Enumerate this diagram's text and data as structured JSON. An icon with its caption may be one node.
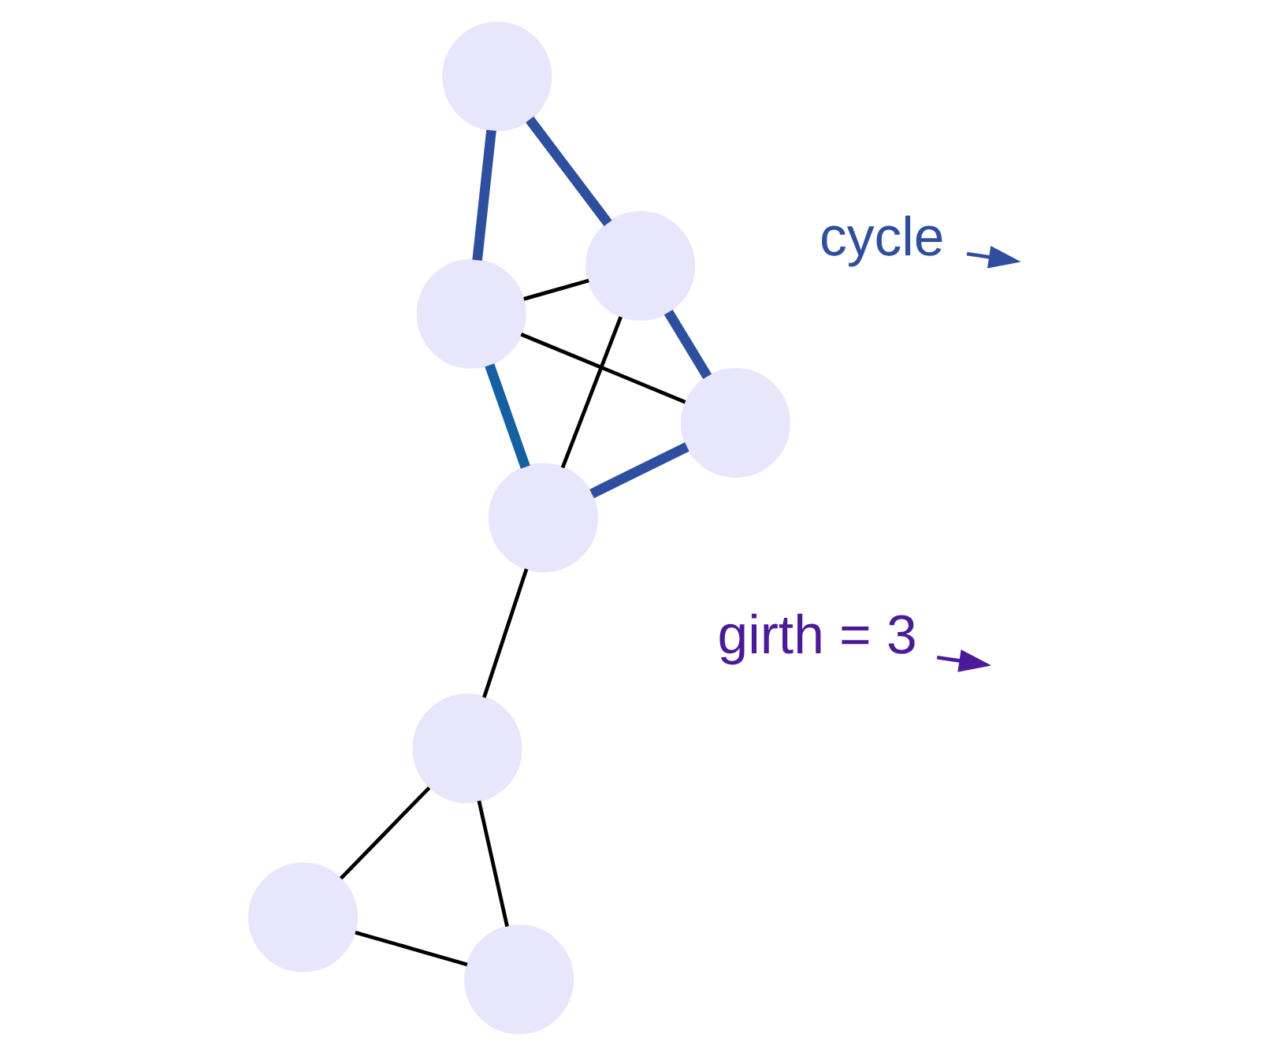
{
  "diagram": {
    "nodes": [
      {
        "text": [],
        "shape": "circle"
      },
      {
        "text": [],
        "shape": "circle"
      },
      {
        "text": [],
        "shape": "circle"
      },
      {
        "text": [],
        "shape": "circle"
      },
      {
        "text": [],
        "shape": "circle"
      },
      {
        "text": [],
        "shape": "circle"
      },
      {
        "text": [],
        "shape": "circle"
      },
      {
        "text": [],
        "shape": "circle"
      },
      {
        "text": [
          "girth = 3"
        ]
      },
      {
        "text": [
          "cycle"
        ]
      }
    ],
    "edges": [
      {
        "from": 0,
        "to": 1,
        "arrow": "none",
        "style": "thick",
        "color": "#2e4f9e"
      },
      {
        "from": 0,
        "to": 2,
        "arrow": "none",
        "style": "thick",
        "color": "#2e4f9e"
      },
      {
        "from": 1,
        "to": 2,
        "arrow": "none"
      },
      {
        "from": 1,
        "to": 4,
        "arrow": "none",
        "style": "thick",
        "color": "#2e4f9e"
      },
      {
        "from": 1,
        "to": 3,
        "arrow": "none"
      },
      {
        "from": 2,
        "to": 4,
        "arrow": "none"
      },
      {
        "from": 4,
        "to": 3,
        "arrow": "none",
        "style": "thick",
        "color": "#2e4f9e"
      },
      {
        "from": 2,
        "to": 3,
        "arrow": "none",
        "style": "thick",
        "color": "#1560a0"
      },
      {
        "from": 3,
        "to": 5,
        "arrow": "none"
      },
      {
        "from": 5,
        "to": 6,
        "arrow": "none"
      },
      {
        "from": 5,
        "to": 7,
        "arrow": "none"
      },
      {
        "from": 6,
        "to": 7,
        "arrow": "none"
      },
      {
        "from": 8,
        "to": null,
        "arrow": "to",
        "color": "#4b1a96"
      },
      {
        "from": 9,
        "to": null,
        "arrow": "to",
        "color": "#2e4f9e"
      }
    ]
  }
}
